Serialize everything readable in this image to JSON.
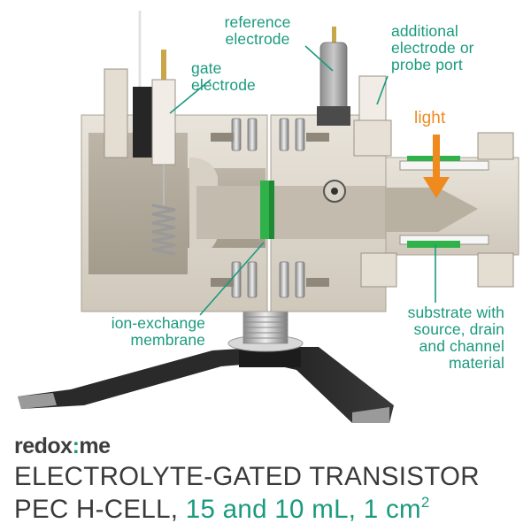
{
  "labels": {
    "reference_electrode": "reference\nelectrode",
    "gate_electrode": "gate\nelectrode",
    "additional_port": "additional\nelectrode or\nprobe port",
    "light": "light",
    "membrane": "ion-exchange\nmembrane",
    "substrate": "substrate with\nsource, drain\nand channel\nmaterial"
  },
  "brand": {
    "prefix": "redox",
    "dot": ":",
    "suffix": "me"
  },
  "title": {
    "line1": "ELECTROLYTE-GATED TRANSISTOR",
    "line2_prefix": "PEC H-CELL, ",
    "line2_volume": "15 and 10 mL, 1 cm",
    "line2_exp": "2"
  },
  "colors": {
    "accent": "#1a9a7e",
    "light_arrow": "#ee8a1e",
    "membrane_green": "#2fb24a",
    "body": "#ddd7cc"
  }
}
